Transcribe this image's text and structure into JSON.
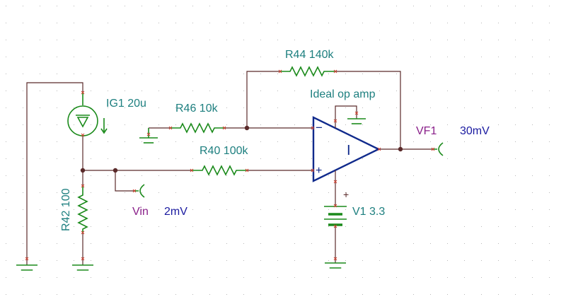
{
  "colors": {
    "wire": "#5a2a2a",
    "component": "#1a8a1a",
    "opamp": "#102a8c",
    "ref_label": "#1d7f7f",
    "probe_label": "#8a208a",
    "value_label": "#1a1aa0",
    "pin_mark": "#d04030",
    "grid": "#b8b8b8"
  },
  "components": {
    "r44": {
      "label": "R44 140k"
    },
    "r46": {
      "label": "R46 10k"
    },
    "r40": {
      "label": "R40 100k"
    },
    "r42": {
      "label": "R42 100"
    },
    "ig1": {
      "label": "IG1 20u"
    },
    "opamp": {
      "label": "Ideal op amp",
      "minus": "−",
      "plus": "+",
      "body_text": "I"
    },
    "v1": {
      "label": "V1 3.3",
      "plus": "+"
    }
  },
  "probes": {
    "vf1": {
      "name": "VF1",
      "value": "30mV"
    },
    "vin": {
      "name": "Vin",
      "value": "2mV"
    }
  }
}
